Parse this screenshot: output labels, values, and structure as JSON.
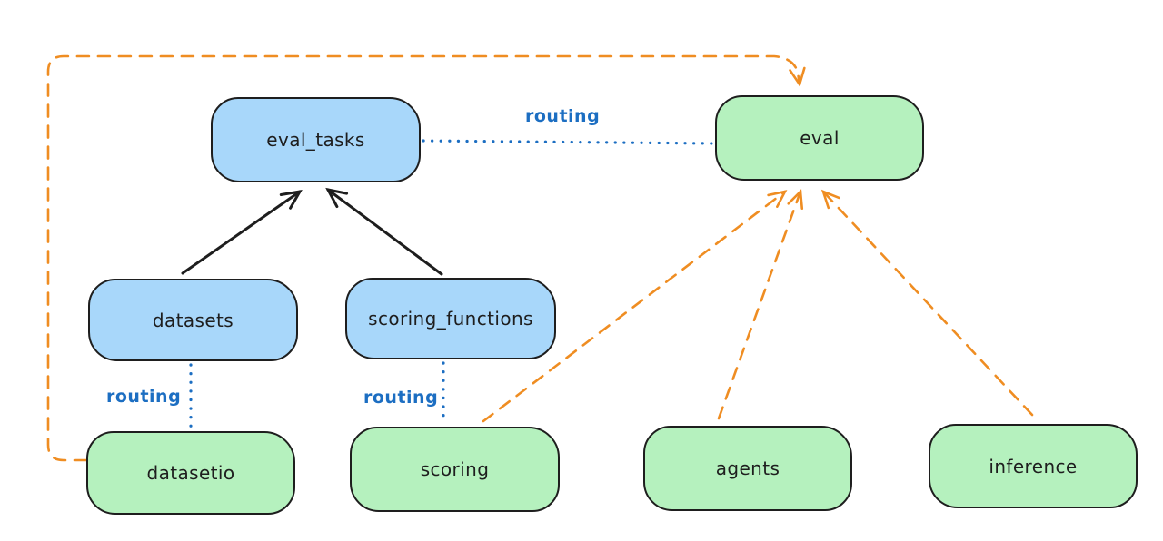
{
  "diagram": {
    "background_color": "#ffffff",
    "colors": {
      "api_box_fill": "#a8d7fa",
      "provider_box_fill": "#b5f1be",
      "box_stroke": "#1e1e1e",
      "solid_arrow_color": "#1e1e1e",
      "routing_line_color": "#1c6ec2",
      "dashed_arrow_color": "#ef8d22"
    },
    "nodes": [
      {
        "id": "eval_tasks",
        "label": "eval_tasks",
        "fill": "blue"
      },
      {
        "id": "eval",
        "label": "eval",
        "fill": "green"
      },
      {
        "id": "datasets",
        "label": "datasets",
        "fill": "blue"
      },
      {
        "id": "scoring_functions",
        "label": "scoring_functions",
        "fill": "blue"
      },
      {
        "id": "datasetio",
        "label": "datasetio",
        "fill": "green"
      },
      {
        "id": "scoring",
        "label": "scoring",
        "fill": "green"
      },
      {
        "id": "agents",
        "label": "agents",
        "fill": "green"
      },
      {
        "id": "inference",
        "label": "inference",
        "fill": "green"
      }
    ],
    "edges": [
      {
        "from": "datasets",
        "to": "eval_tasks",
        "style": "solid",
        "color": "black",
        "arrow": true,
        "label": ""
      },
      {
        "from": "scoring_functions",
        "to": "eval_tasks",
        "style": "solid",
        "color": "black",
        "arrow": true,
        "label": ""
      },
      {
        "from": "eval_tasks",
        "to": "eval",
        "style": "dotted",
        "color": "blue",
        "arrow": false,
        "label": "routing"
      },
      {
        "from": "datasets",
        "to": "datasetio",
        "style": "dotted",
        "color": "blue",
        "arrow": false,
        "label": "routing"
      },
      {
        "from": "scoring_functions",
        "to": "scoring",
        "style": "dotted",
        "color": "blue",
        "arrow": false,
        "label": "routing"
      },
      {
        "from": "datasetio",
        "to": "eval",
        "style": "dashed",
        "color": "orange",
        "arrow": true,
        "label": ""
      },
      {
        "from": "scoring",
        "to": "eval",
        "style": "dashed",
        "color": "orange",
        "arrow": true,
        "label": ""
      },
      {
        "from": "agents",
        "to": "eval",
        "style": "dashed",
        "color": "orange",
        "arrow": true,
        "label": ""
      },
      {
        "from": "inference",
        "to": "eval",
        "style": "dashed",
        "color": "orange",
        "arrow": true,
        "label": ""
      }
    ]
  }
}
